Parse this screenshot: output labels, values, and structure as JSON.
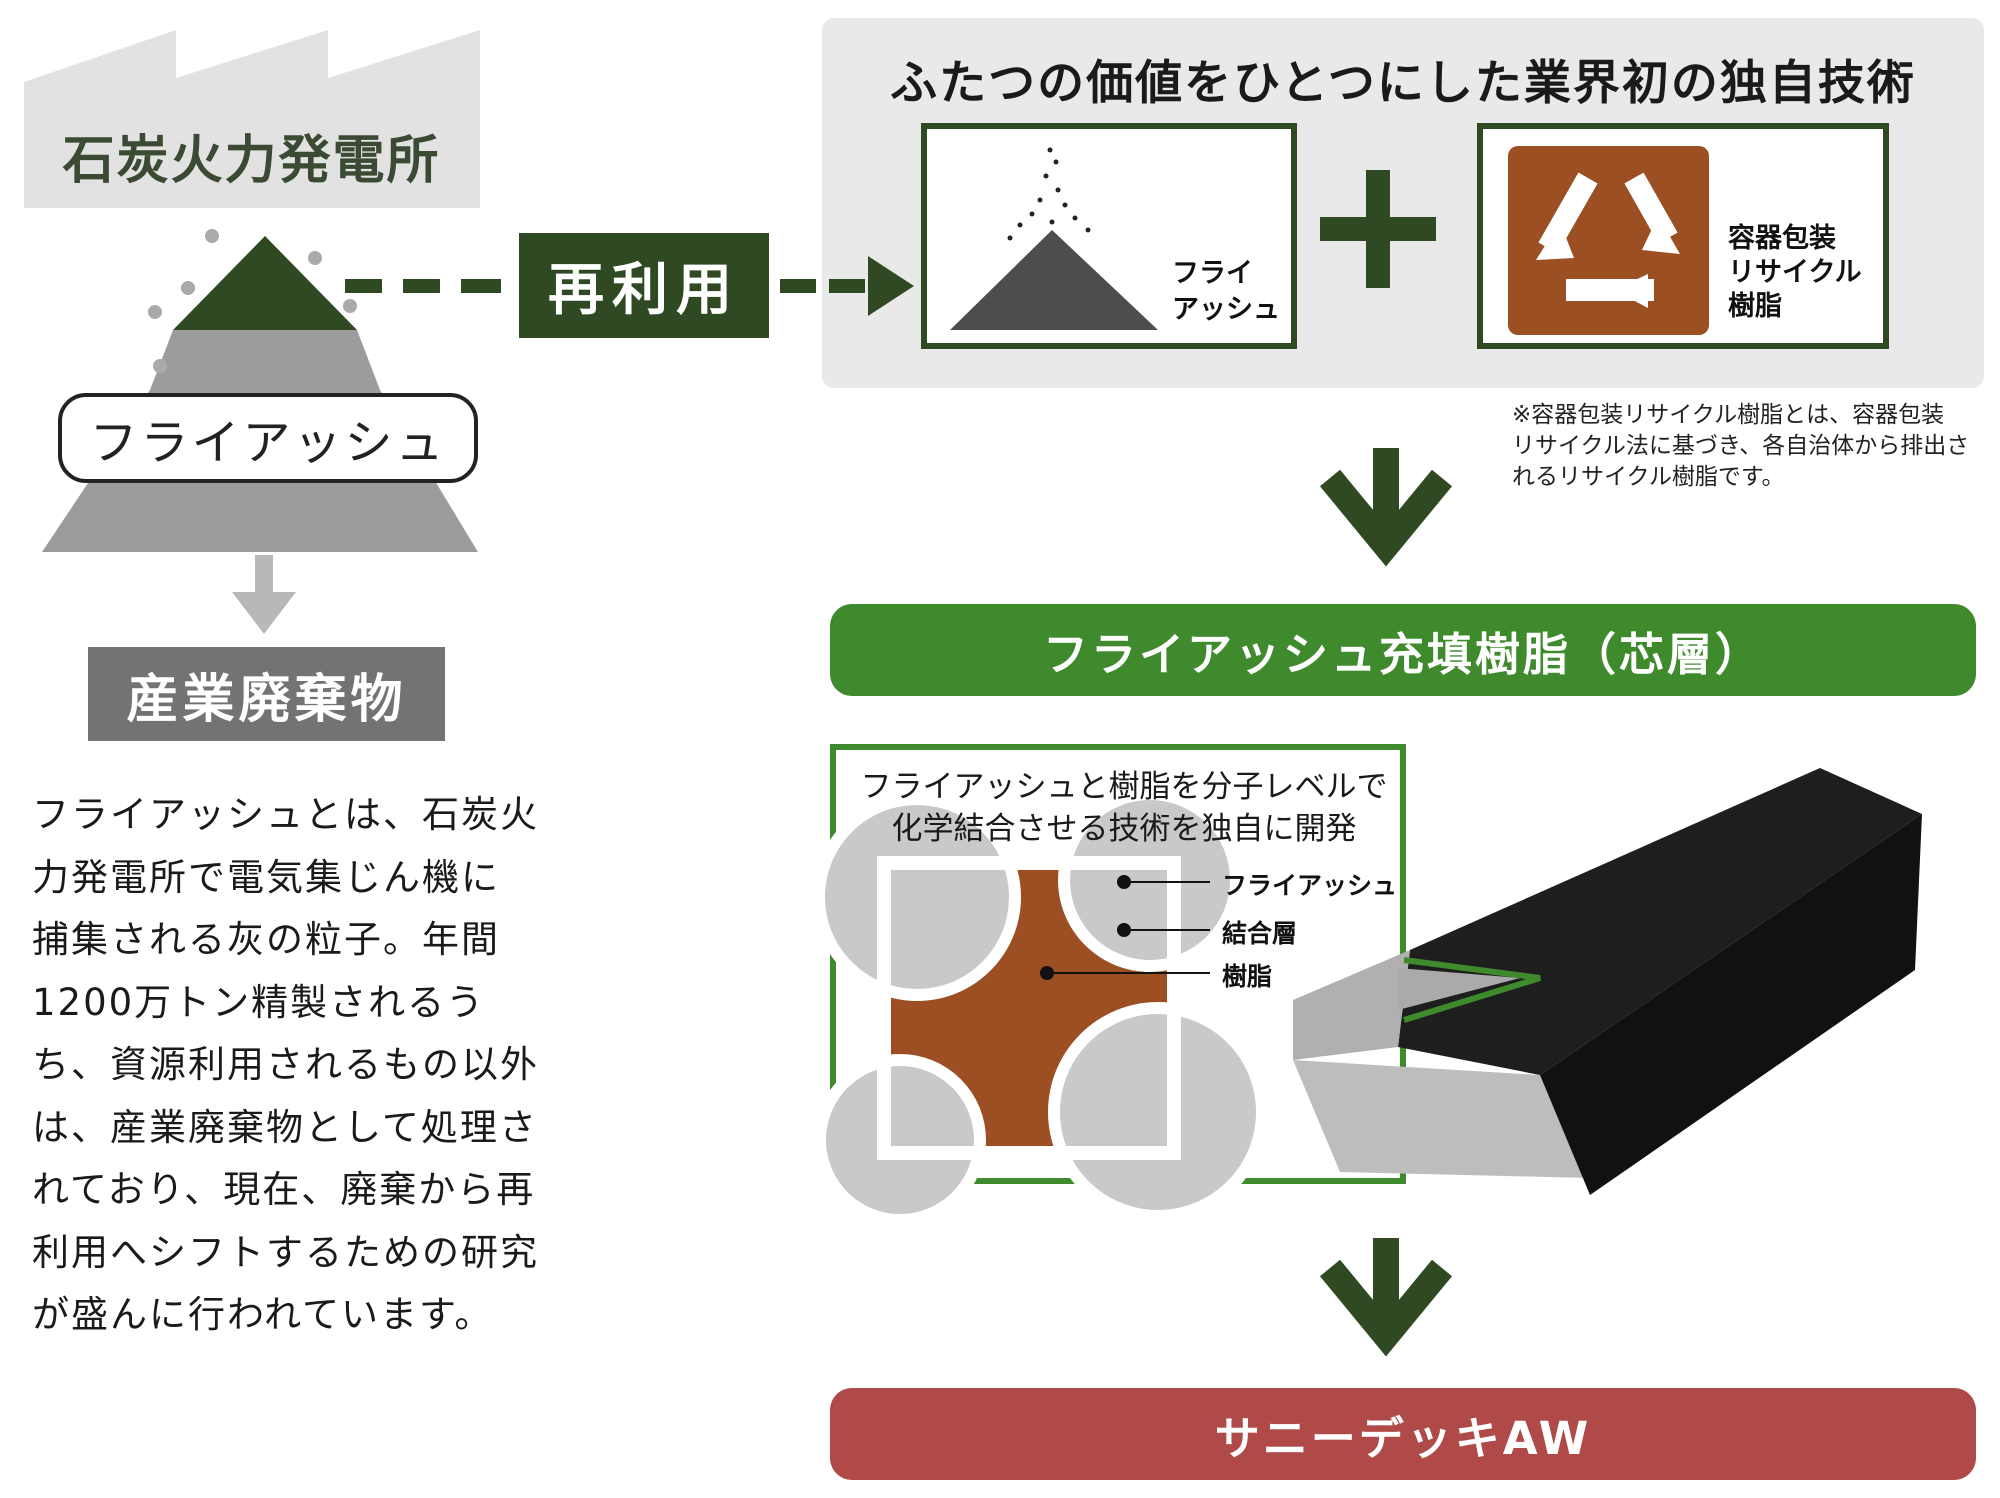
{
  "factory": {
    "title": "石炭火力発電所"
  },
  "flyash_label": "フライアッシュ",
  "reuse_label": "再利用",
  "waste_label": "産業廃棄物",
  "description": [
    "フライアッシュとは、石炭火",
    "力発電所で電気集じん機に",
    "捕集される灰の粒子。年間",
    "1200万トン精製されるう",
    "ち、資源利用されるもの以外",
    "は、産業廃棄物として処理さ",
    "れており、現在、廃棄から再",
    "利用へシフトするための研究",
    "が盛んに行われています。"
  ],
  "panel": {
    "title": "ふたつの価値をひとつにした業界初の独自技術",
    "flyash_lines": [
      "フライ",
      "アッシュ"
    ],
    "recycle_lines": [
      "容器包装",
      "リサイクル",
      "樹脂"
    ],
    "plus": "+"
  },
  "footnote": [
    "※容器包装リサイクル樹脂とは、容器包装",
    "リサイクル法に基づき、各自治体から排出さ",
    "れるリサイクル樹脂です。"
  ],
  "core_band": "フライアッシュ充填樹脂（芯層）",
  "detail": {
    "title_lines": [
      "フライアッシュと樹脂を分子レベルで",
      "化学結合させる技術を独自に開発"
    ],
    "legend": [
      "フライアッシュ",
      "結合層",
      "樹脂"
    ]
  },
  "product_band": "サニーデッキAW",
  "colors": {
    "dark_green": "#2f4a23",
    "green": "#3f8a2c",
    "brown": "#9b4f22",
    "red_band": "#b04a48",
    "panel_gray": "#e9e9e9",
    "waste_gray": "#737373"
  }
}
